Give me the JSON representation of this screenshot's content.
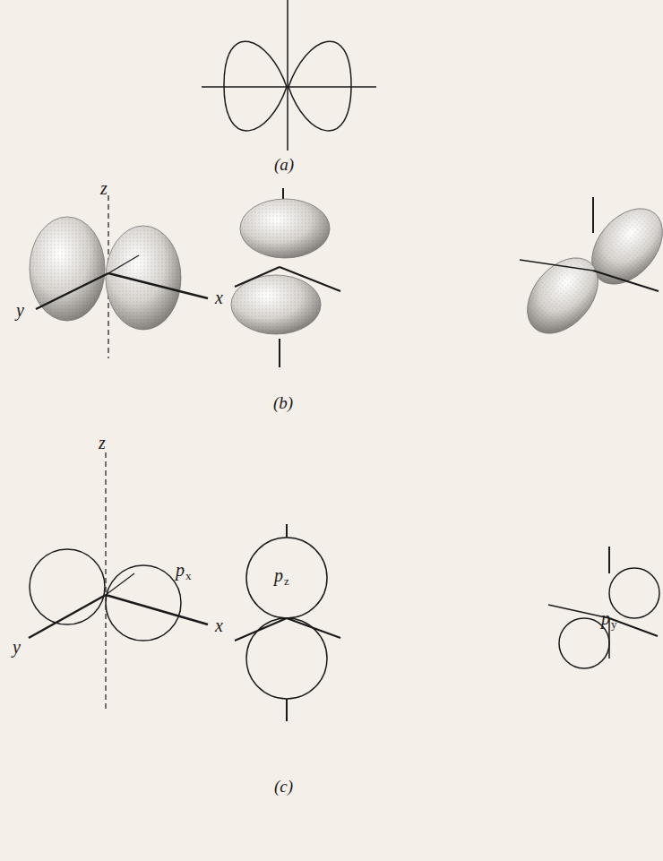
{
  "diagram": {
    "labels": [
      "(a)",
      "z",
      "x",
      "y",
      "(b)",
      "z",
      "p",
      "x",
      "x",
      "y",
      "p",
      "z",
      "p",
      "y",
      "(c)"
    ]
  }
}
